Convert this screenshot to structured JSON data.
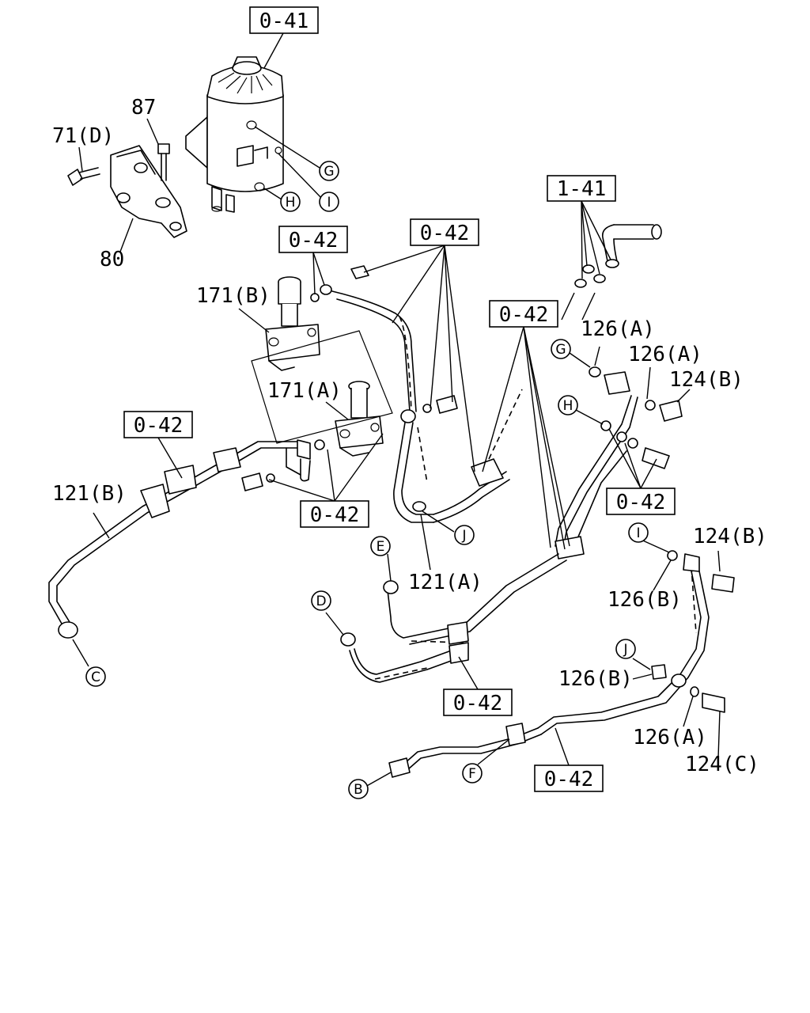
{
  "diagram": {
    "ref_boxes": {
      "r041": "0-41",
      "r141": "1-41",
      "r042_a": "0-42",
      "r042_b": "0-42",
      "r042_c": "0-42",
      "r042_d": "0-42",
      "r042_e": "0-42",
      "r042_f": "0-42",
      "r042_g": "0-42",
      "r042_h": "0-42"
    },
    "part_labels": {
      "p87": "87",
      "p71d": "71(D)",
      "p80": "80",
      "p171b": "171(B)",
      "p171a": "171(A)",
      "p121b": "121(B)",
      "p121a": "121(A)",
      "p126a_1": "126(A)",
      "p126a_2": "126(A)",
      "p124b_1": "124(B)",
      "p124b_2": "124(B)",
      "p126b_1": "126(B)",
      "p126b_2": "126(B)",
      "p126a_3": "126(A)",
      "p124c": "124(C)"
    },
    "connection_markers": {
      "G_1": "G",
      "H_1": "H",
      "I_1": "I",
      "G_2": "G",
      "H_2": "H",
      "I_2": "I",
      "J_1": "J",
      "J_2": "J",
      "E": "E",
      "D": "D",
      "C": "C",
      "B": "B",
      "F": "F"
    }
  }
}
